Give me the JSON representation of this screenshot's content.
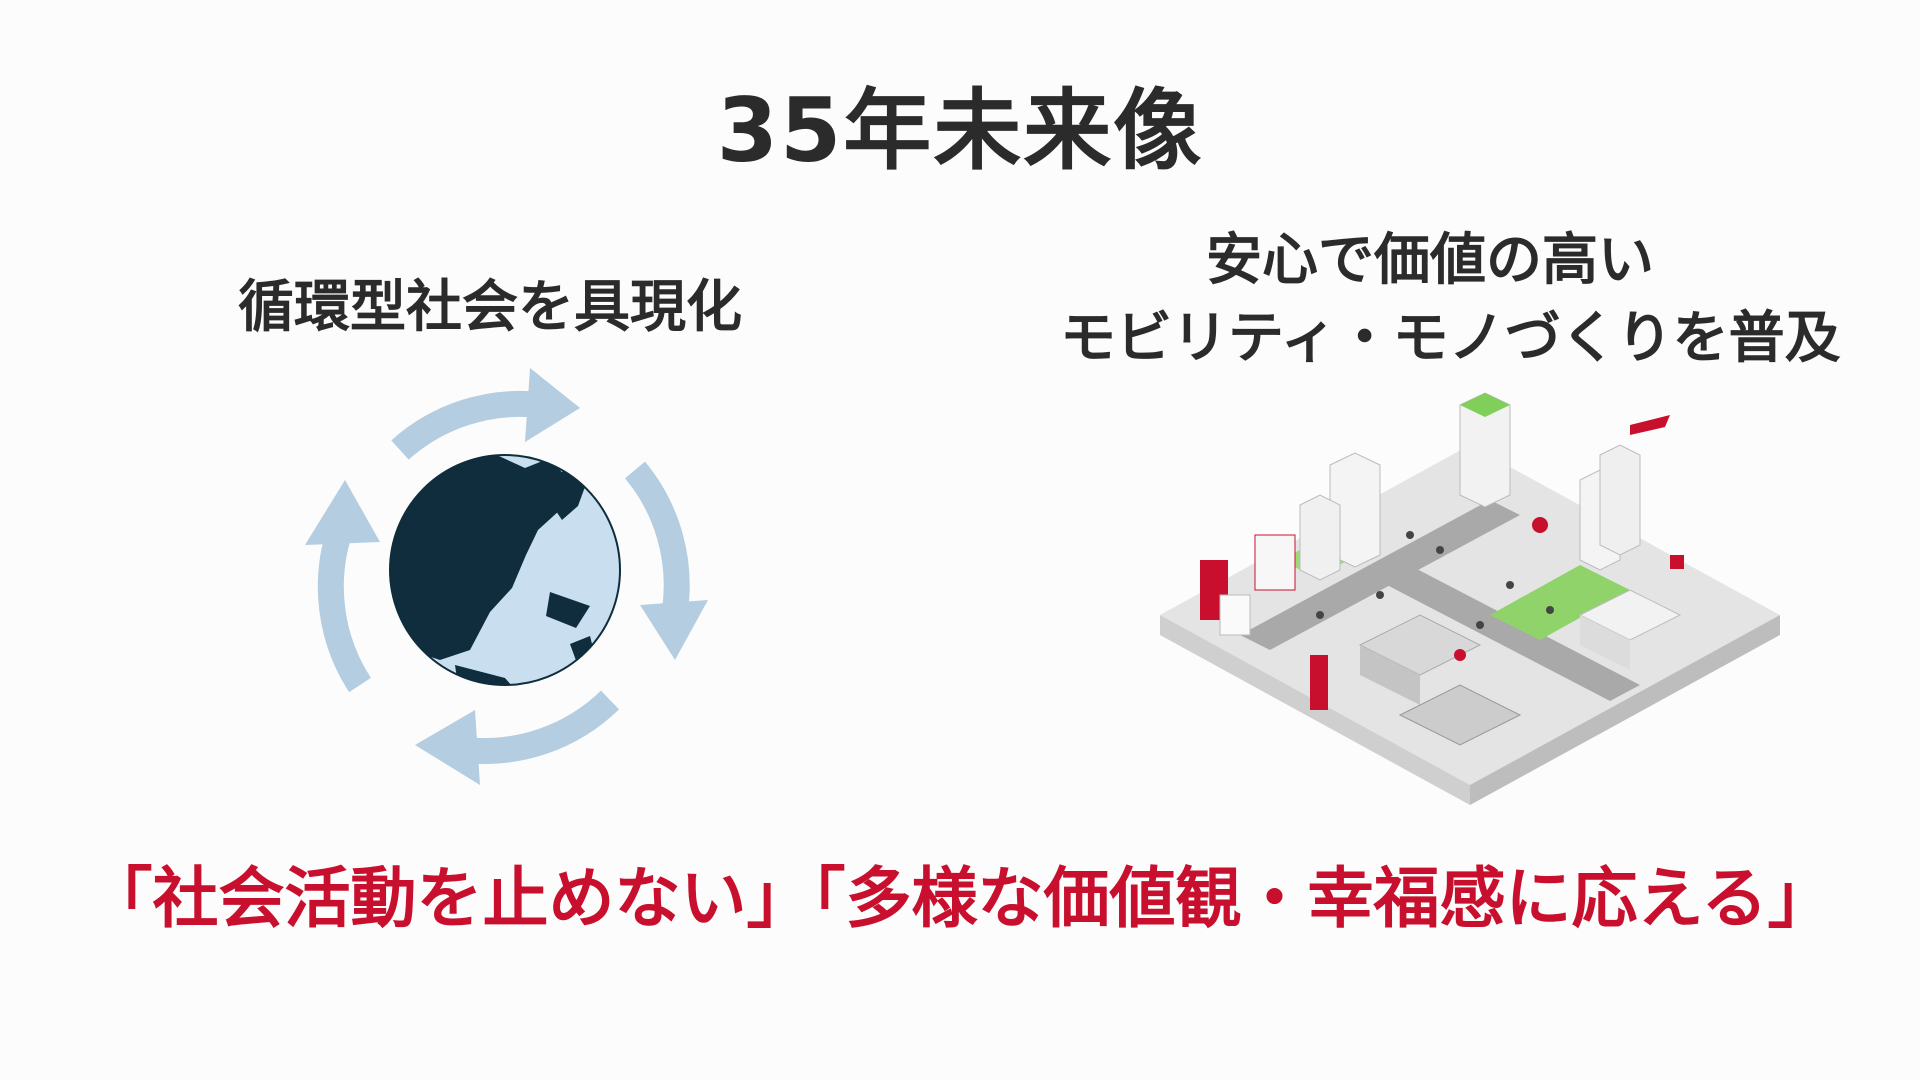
{
  "slide": {
    "title": "35年未来像",
    "left_heading": "循環型社会を具現化",
    "right_heading_line1": "安心で価値の高い",
    "right_heading_line2": "モビリティ・モノづくりを普及",
    "slogan": "「社会活動を止めない」「多様な価値観・幸福感に応える」"
  },
  "images": {
    "left": "globe-with-circular-arrows-icon",
    "right": "isometric-city-illustration"
  },
  "colors": {
    "accent_red": "#c8102e",
    "arrow_blue": "#b4cde0",
    "globe_light": "#c9dff0",
    "globe_dark": "#0f2d3c",
    "text_dark": "#2b2b2b"
  }
}
